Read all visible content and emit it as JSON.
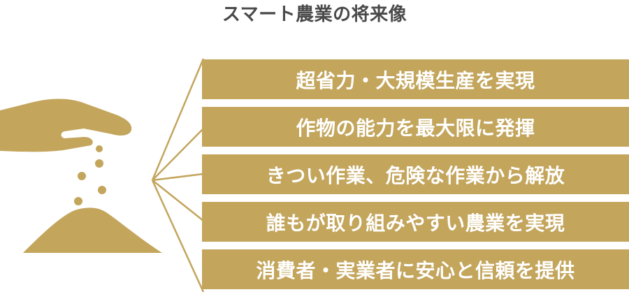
{
  "title": "スマート農業の将来像",
  "colors": {
    "gold": "#c3a55c",
    "title_text": "#4a4a4a",
    "box_text": "#ffffff"
  },
  "illustration": {
    "icon": "hand-sowing-seeds-icon"
  },
  "items": [
    {
      "label": "超省力・大規模生産を実現"
    },
    {
      "label": "作物の能力を最大限に発揮"
    },
    {
      "label": "きつい作業、危険な作業から解放"
    },
    {
      "label": "誰もが取り組みやすい農業を実現"
    },
    {
      "label": "消費者・実業者に安心と信頼を提供"
    }
  ]
}
